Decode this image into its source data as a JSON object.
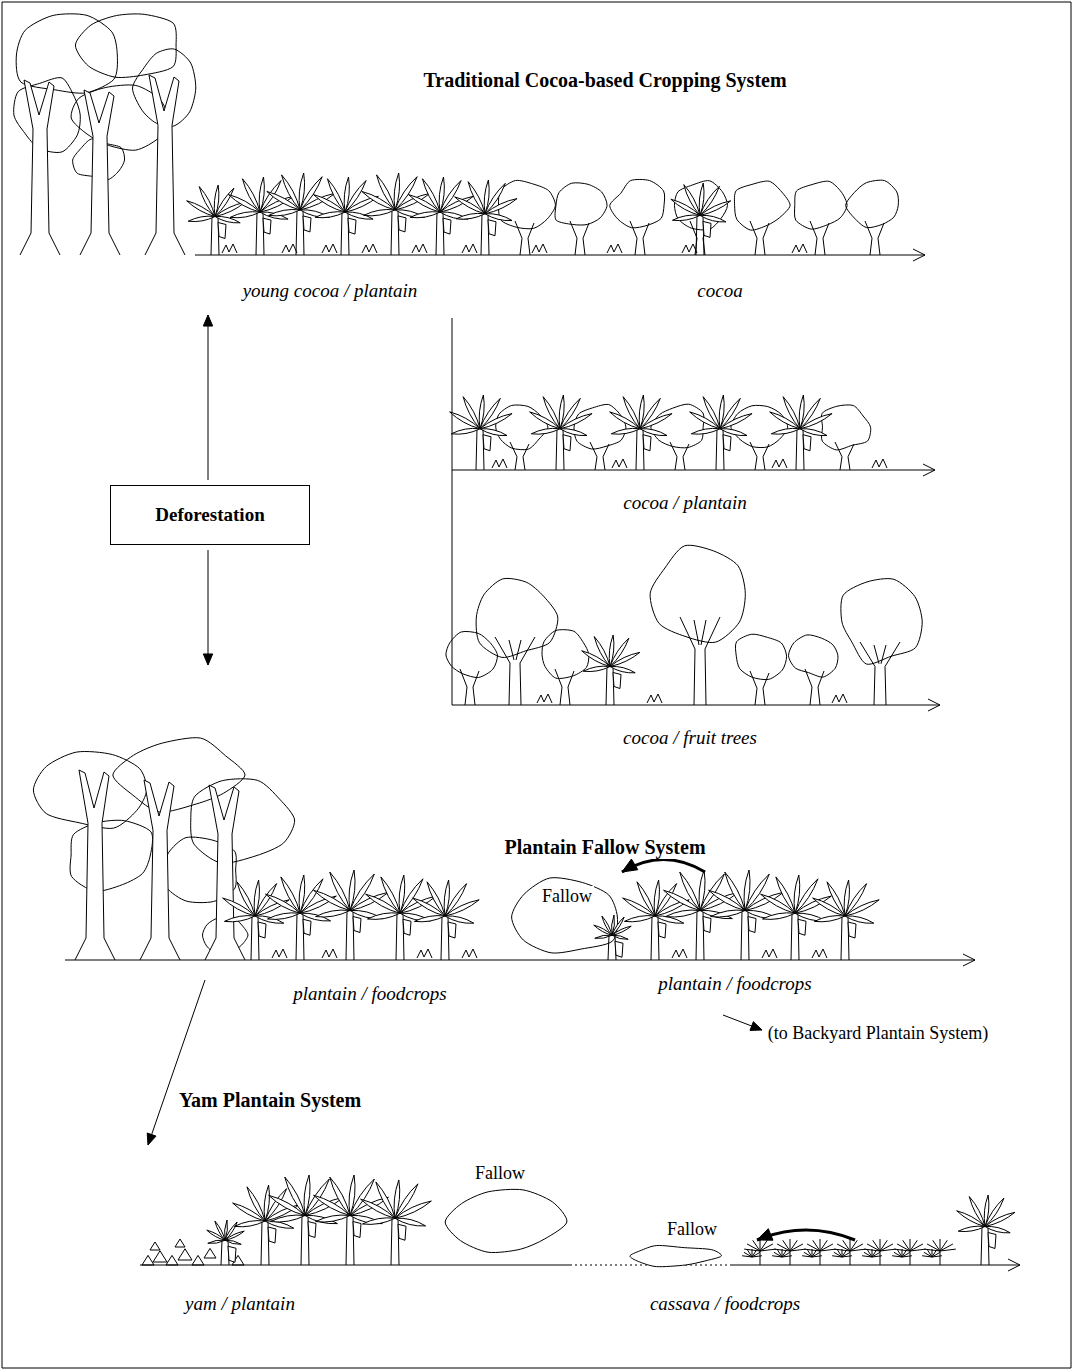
{
  "diagram": {
    "nodes": [
      {
        "text": [
          "Deforestation"
        ]
      }
    ],
    "labels": [
      "Traditional Cocoa-based Cropping System",
      "young cocoa / plantain",
      "cocoa",
      "cocoa / plantain",
      "cocoa / fruit trees",
      "Plantain Fallow System",
      "Fallow",
      "plantain / foodcrops",
      "plantain / foodcrops",
      "(to Backyard Plantain System)",
      "Yam Plantain System",
      "Fallow",
      "Fallow",
      "yam / plantain",
      "cassava / foodcrops"
    ]
  }
}
